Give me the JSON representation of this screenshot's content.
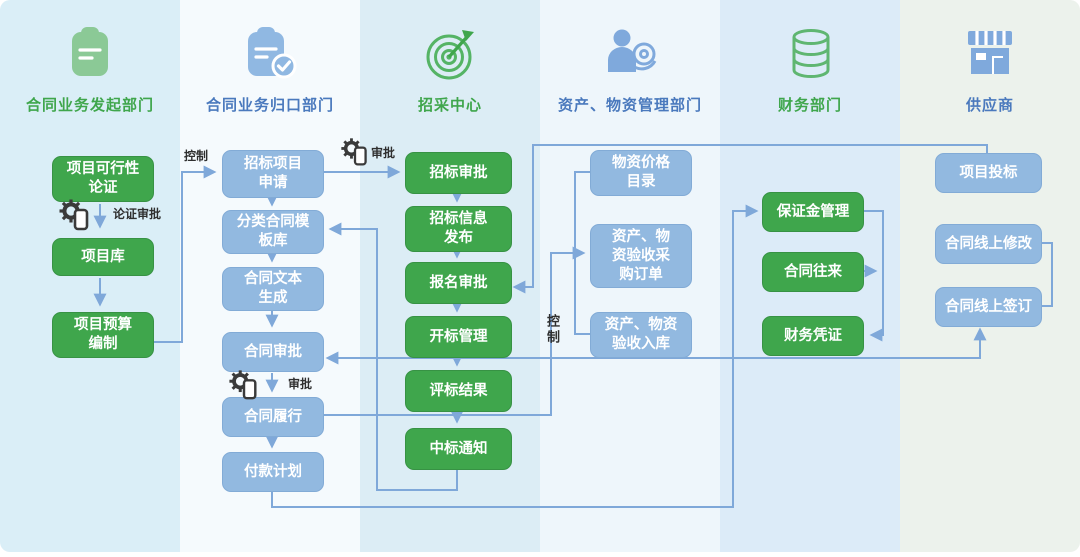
{
  "palette": {
    "green_box": "#3fa64c",
    "blue_box": "#92b9e0",
    "line_blue": "#7fa8d9",
    "title_green": "#3fa64c",
    "title_blue": "#4a79bd",
    "gear_dark": "#3a3a3a",
    "lane_backgrounds": [
      "#daeef7",
      "#f5fafd",
      "#dcedf5",
      "#eef6fb",
      "#dcebf8",
      "#ecf2ec"
    ]
  },
  "lanes": [
    {
      "title": "合同业务发起部门",
      "icon": "notepad-icon",
      "nodes": [
        {
          "label": "项目可行性\n论证",
          "style": "green"
        },
        {
          "label": "项目库",
          "style": "green"
        },
        {
          "label": "项目预算\n编制",
          "style": "green"
        }
      ]
    },
    {
      "title": "合同业务归口部门",
      "icon": "clipboard-check-icon",
      "nodes": [
        {
          "label": "招标项目\n申请",
          "style": "blue"
        },
        {
          "label": "分类合同模\n板库",
          "style": "blue"
        },
        {
          "label": "合同文本\n生成",
          "style": "blue"
        },
        {
          "label": "合同审批",
          "style": "blue"
        },
        {
          "label": "合同履行",
          "style": "blue"
        },
        {
          "label": "付款计划",
          "style": "blue"
        }
      ]
    },
    {
      "title": "招采中心",
      "icon": "target-icon",
      "nodes": [
        {
          "label": "招标审批",
          "style": "green"
        },
        {
          "label": "招标信息\n发布",
          "style": "green"
        },
        {
          "label": "报名审批",
          "style": "green"
        },
        {
          "label": "开标管理",
          "style": "green"
        },
        {
          "label": "评标结果",
          "style": "green"
        },
        {
          "label": "中标通知",
          "style": "green"
        }
      ]
    },
    {
      "title": "资产、物资管理部门",
      "icon": "person-target-icon",
      "nodes": [
        {
          "label": "物资价格\n目录",
          "style": "blue"
        },
        {
          "label": "资产、物\n资验收采\n购订单",
          "style": "blue"
        },
        {
          "label": "资产、物资\n验收入库",
          "style": "blue"
        }
      ]
    },
    {
      "title": "财务部门",
      "icon": "database-icon",
      "nodes": [
        {
          "label": "保证金管理",
          "style": "green"
        },
        {
          "label": "合同往来",
          "style": "green"
        },
        {
          "label": "财务凭证",
          "style": "green"
        }
      ]
    },
    {
      "title": "供应商",
      "icon": "store-icon",
      "nodes": [
        {
          "label": "项目投标",
          "style": "blue"
        },
        {
          "label": "合同线上修改",
          "style": "blue"
        },
        {
          "label": "合同线上签订",
          "style": "blue"
        }
      ]
    }
  ],
  "edge_labels": {
    "control_budget_to_bid_request": "控制",
    "approval_bid": "审批",
    "approval_feasibility": "论证审批",
    "approval_contract": "审批",
    "control_performance_to_assets": "控制"
  },
  "edges": [
    {
      "from": "项目可行性论证",
      "to": "项目库",
      "label": "论证审批"
    },
    {
      "from": "项目库",
      "to": "项目预算编制"
    },
    {
      "from": "项目预算编制",
      "to": "招标项目申请",
      "label": "控制"
    },
    {
      "from": "招标项目申请",
      "to": "分类合同模板库"
    },
    {
      "from": "招标项目申请",
      "to": "招标审批",
      "label": "审批"
    },
    {
      "from": "分类合同模板库",
      "to": "合同文本生成"
    },
    {
      "from": "合同文本生成",
      "to": "合同审批"
    },
    {
      "from": "合同审批",
      "to": "合同履行",
      "label": "审批"
    },
    {
      "from": "合同履行",
      "to": "付款计划"
    },
    {
      "from": "合同审批",
      "to": "合同线上签订",
      "bidirectional": true
    },
    {
      "from": "合同履行",
      "to": "物资价格目录/资产、物资验收采购订单/资产、物资验收入库",
      "label": "控制"
    },
    {
      "from": "付款计划",
      "to": "保证金管理"
    },
    {
      "from": "招标审批",
      "to": "招标信息发布"
    },
    {
      "from": "招标信息发布",
      "to": "报名审批"
    },
    {
      "from": "报名审批",
      "to": "开标管理"
    },
    {
      "from": "开标管理",
      "to": "评标结果"
    },
    {
      "from": "评标结果",
      "to": "中标通知"
    },
    {
      "from": "中标通知",
      "to": "分类合同模板库"
    },
    {
      "from": "项目投标",
      "to": "报名审批"
    },
    {
      "from": "保证金管理",
      "to": "财务凭证"
    },
    {
      "from": "合同往来",
      "to": "财务凭证"
    },
    {
      "from": "合同线上修改",
      "to": "合同线上签订"
    }
  ]
}
